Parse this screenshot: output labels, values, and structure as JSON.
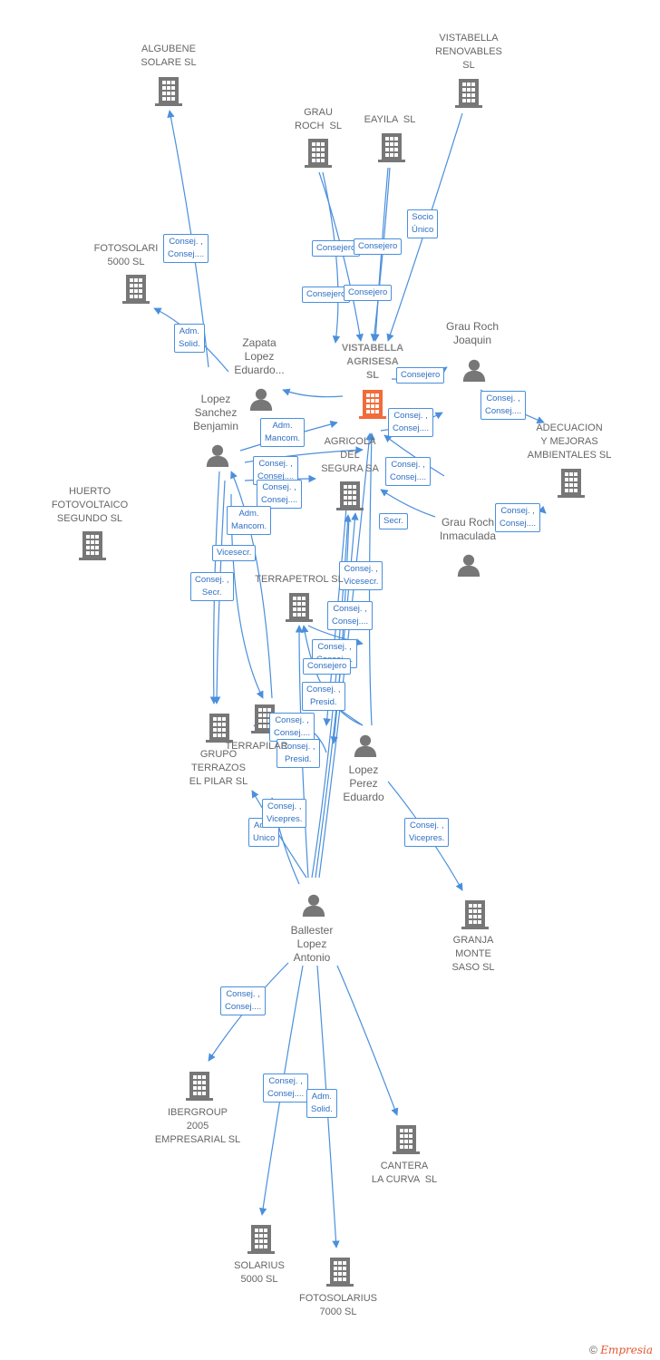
{
  "colors": {
    "edge": "#4a8fdc",
    "building": "#777777",
    "focus_building": "#f26b3a",
    "person": "#777777"
  },
  "icons": {
    "company": "building-icon",
    "person": "person-icon"
  },
  "nodes": [
    {
      "id": "algubene",
      "type": "company",
      "label": "ALGUBENE\nSOLARE SL"
    },
    {
      "id": "vistabella_ren",
      "type": "company",
      "label": "VISTABELLA\nRENOVABLES\nSL"
    },
    {
      "id": "grau_roch_sl",
      "type": "company",
      "label": "GRAU\nROCH  SL"
    },
    {
      "id": "eayila",
      "type": "company",
      "label": "EAYILA  SL"
    },
    {
      "id": "fotosolaris_5000",
      "type": "company",
      "label": "FOTOSOLARI\n5000 SL"
    },
    {
      "id": "vistabella_agr",
      "type": "company",
      "focus": true,
      "label": "VISTABELLA\nAGRISESA\nSL"
    },
    {
      "id": "grau_roch_joaquin",
      "type": "person",
      "label": "Grau Roch\nJoaquin"
    },
    {
      "id": "zapata",
      "type": "person",
      "label": "Zapata\nLopez\nEduardo..."
    },
    {
      "id": "lopez_sanchez",
      "type": "person",
      "label": "Lopez\nSanchez\nBenjamin"
    },
    {
      "id": "agricola",
      "type": "company",
      "label": "AGRICOLA\nDEL\nSEGURA SA"
    },
    {
      "id": "adecuacion",
      "type": "company",
      "label": "ADECUACION\nY MEJORAS\nAMBIENTALES SL"
    },
    {
      "id": "huerto",
      "type": "company",
      "label": "HUERTO\nFOTOVOLTAICO\nSEGUNDO SL"
    },
    {
      "id": "grau_roch_inmaculada",
      "type": "person",
      "label": "Grau Roch\nInmaculada"
    },
    {
      "id": "terrapetrol",
      "type": "company",
      "label": "TERRAPETROL SL"
    },
    {
      "id": "grupo_terrazos",
      "type": "company",
      "label": "GRUPO\nTERRAZOS\nEL PILAR SL"
    },
    {
      "id": "terrapilar",
      "type": "company",
      "label": "TERRAPILAR"
    },
    {
      "id": "lopez_perez",
      "type": "person",
      "label": "Lopez\nPerez\nEduardo"
    },
    {
      "id": "granja",
      "type": "company",
      "label": "GRANJA\nMONTE\nSASO SL"
    },
    {
      "id": "ballester",
      "type": "person",
      "label": "Ballester\nLopez\nAntonio"
    },
    {
      "id": "ibergroup",
      "type": "company",
      "label": "IBERGROUP\n2005\nEMPRESARIAL SL"
    },
    {
      "id": "cantera",
      "type": "company",
      "label": "CANTERA\nLA CURVA  SL"
    },
    {
      "id": "solarius",
      "type": "company",
      "label": "SOLARIUS\n5000 SL"
    },
    {
      "id": "fotosolarius_7000",
      "type": "company",
      "label": "FOTOSOLARIUS\n7000 SL"
    }
  ],
  "edge_labels": [
    "Consej. ,\nConsej....",
    "Socio\nÚnico",
    "Consejero",
    "Consejero",
    "Consejero",
    "Consejero",
    "Adm.\nSolid.",
    "Consejero",
    "Consej. ,\nConsej....",
    "Adm.\nMancom.",
    "Consej. ,\nConsej....",
    "Consej. ,\nConsej....",
    "Consej. ,\nConsej....",
    "Consej. ,\nConsej....",
    "Consej. ,\nConsej....",
    "Secr.",
    "Consej. ,\nConsej....",
    "Adm.\nMancom.",
    "Vicesecr.",
    "Consej. ,\nSecr.",
    "Consej. ,\nVicesecr.",
    "Consej. ,\nConsej....",
    "Consej. ,\nConsej....",
    "Consejero",
    "Consej. ,\nPresid.",
    "Consej. ,\nConsej....",
    "Consej. ,\nPresid.",
    "Consej. ,\nVicepres.",
    "Adm.\nUnico",
    "Consej. ,\nVicepres.",
    "Consej. ,\nConsej....",
    "Consej. ,\nConsej....",
    "Adm.\nSolid.",
    "Adm.\nSolid."
  ],
  "footer": {
    "copyright": "©",
    "brand": "Empresia"
  }
}
